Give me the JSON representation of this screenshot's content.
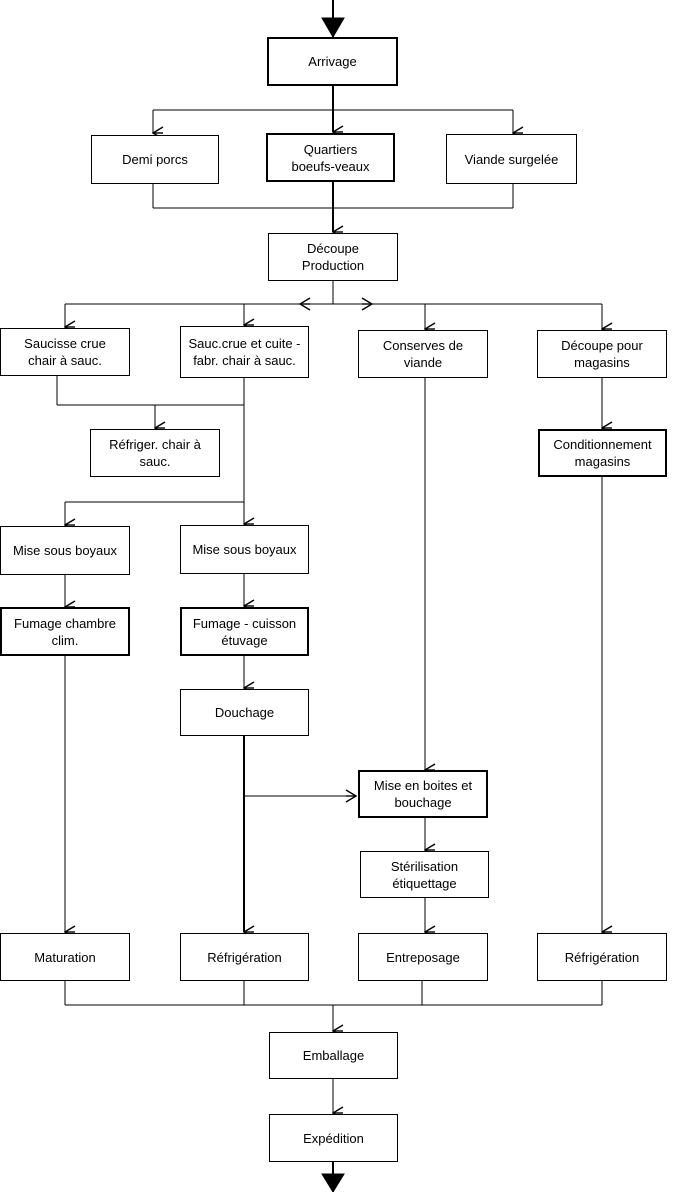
{
  "nodes": {
    "arrivage": "Arrivage",
    "demi_porcs": "Demi porcs",
    "quartiers": "Quartiers\nboeufs-veaux",
    "viande_surgelee": "Viande surgelée",
    "decoupe_production": "Découpe\nProduction",
    "saucisse_crue": "Saucisse crue\nchair à sauc.",
    "sauc_crue_cuite": "Sauc.crue et cuite -\nfabr. chair à sauc.",
    "conserves_viande": "Conserves de\nviande",
    "decoupe_magasins": "Découpe pour\nmagasins",
    "refriger_chair": "Réfriger. chair à\nsauc.",
    "conditionnement": "Conditionnement\nmagasins",
    "mise_boyaux_left": "Mise sous boyaux",
    "mise_boyaux_mid": "Mise sous boyaux",
    "fumage_chambre": "Fumage chambre\nclim.",
    "fumage_cuisson": "Fumage - cuisson\nétuvage",
    "douchage": "Douchage",
    "mise_boites": "Mise en boites et\nbouchage",
    "sterilisation": "Stérilisation\nétiquettage",
    "maturation": "Maturation",
    "refrigeration_mid": "Réfrigération",
    "entreposage": "Entreposage",
    "refrigeration_right": "Réfrigération",
    "emballage": "Emballage",
    "expedition": "Expédition"
  }
}
